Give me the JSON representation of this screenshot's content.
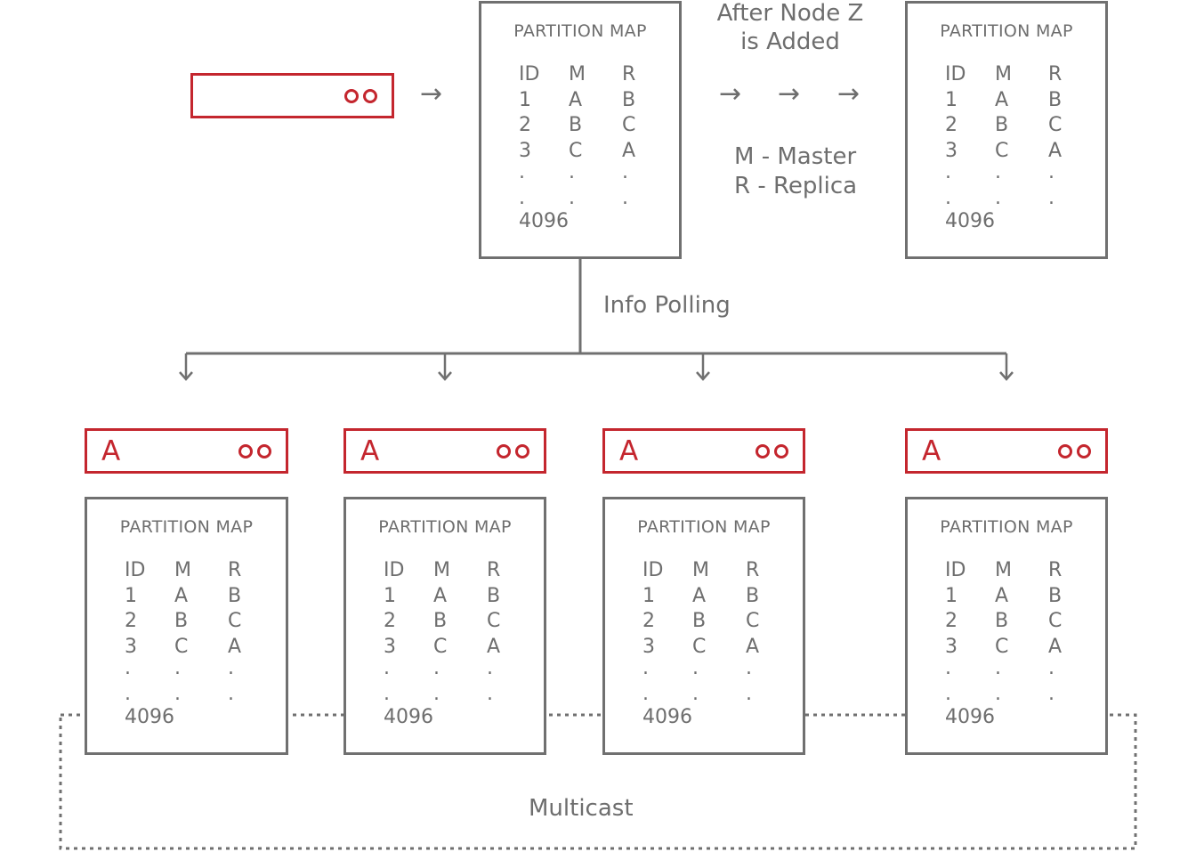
{
  "top_client": {
    "lights": 2
  },
  "partition_map": {
    "title": "PARTITION MAP",
    "id_col": [
      "ID",
      "1",
      "2",
      "3",
      ".",
      ".",
      "4096"
    ],
    "m_col": [
      "M",
      "A",
      "B",
      "C",
      ".",
      "."
    ],
    "r_col": [
      "R",
      "B",
      "C",
      "A",
      ".",
      "."
    ]
  },
  "top_left_map": {
    "title": "PARTITION MAP"
  },
  "top_right_map": {
    "title": "PARTITION MAP"
  },
  "labels": {
    "after_line1": "After Node Z",
    "after_line2": "is Added",
    "legend_m": "M - Master",
    "legend_r": "R - Replica",
    "info_polling": "Info Polling",
    "multicast": "Multicast"
  },
  "arrows": {
    "glyph": "→"
  },
  "nodes": [
    {
      "letter": "A"
    },
    {
      "letter": "A"
    },
    {
      "letter": "A"
    },
    {
      "letter": "A"
    }
  ],
  "colors": {
    "accent": "#c4262e",
    "line": "#707070",
    "text": "#6e6e6e"
  }
}
